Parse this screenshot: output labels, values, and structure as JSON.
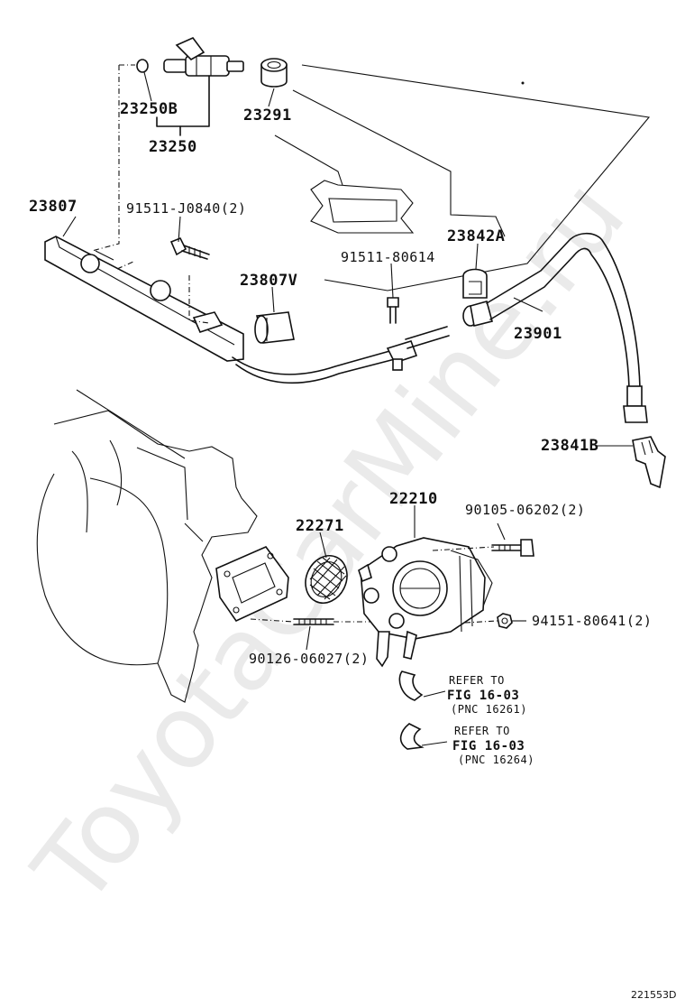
{
  "watermark": "ToyotaCarMine.ru",
  "diagram_code": "221553D",
  "labels": {
    "p23250B": "23250B",
    "p23250": "23250",
    "p23291": "23291",
    "p23807": "23807",
    "p91511_J0840": "91511-J0840(2)",
    "p23842A": "23842A",
    "p91511_80614": "91511-80614",
    "p23807V": "23807V",
    "p23901": "23901",
    "p23841B": "23841B",
    "p22210": "22210",
    "p22271": "22271",
    "p90105_06202": "90105-06202(2)",
    "p94151_80641": "94151-80641(2)",
    "p90126_06027": "90126-06027(2)"
  },
  "references": [
    {
      "line1": "REFER TO",
      "line2": "FIG 16-03",
      "line3": "(PNC 16261)"
    },
    {
      "line1": "REFER TO",
      "line2": "FIG 16-03",
      "line3": "(PNC 16264)"
    }
  ]
}
